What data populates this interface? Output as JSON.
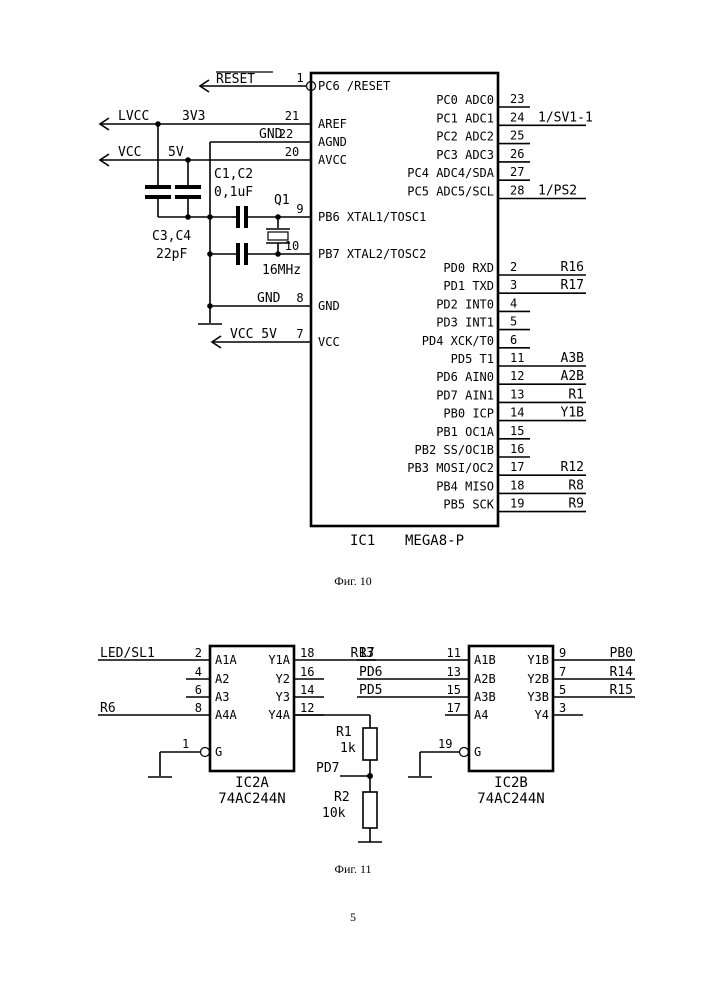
{
  "figure10": {
    "caption": "Фиг. 10",
    "ic_label": "IC1",
    "ic_part": "MEGA8-P",
    "left_pins": [
      {
        "num": "1",
        "name": "PC6 /RESET",
        "net": "RESET"
      },
      {
        "num": "21",
        "name": "AREF",
        "net": "LVCC"
      },
      {
        "num": "22",
        "name": "AGND",
        "net": "GND"
      },
      {
        "num": "20",
        "name": "AVCC",
        "net": "VCC"
      },
      {
        "num": "9",
        "name": "PB6 XTAL1/TOSC1",
        "net": ""
      },
      {
        "num": "10",
        "name": "PB7 XTAL2/TOSC2",
        "net": ""
      },
      {
        "num": "8",
        "name": "GND",
        "net": "GND"
      },
      {
        "num": "7",
        "name": "VCC",
        "net": "VCC 5V"
      }
    ],
    "right_pins": [
      {
        "num": "23",
        "name": "PC0 ADC0",
        "net": ""
      },
      {
        "num": "24",
        "name": "PC1 ADC1",
        "net": "1/SV1-1"
      },
      {
        "num": "25",
        "name": "PC2 ADC2",
        "net": ""
      },
      {
        "num": "26",
        "name": "PC3 ADC3",
        "net": ""
      },
      {
        "num": "27",
        "name": "PC4 ADC4/SDA",
        "net": ""
      },
      {
        "num": "28",
        "name": "PC5 ADC5/SCL",
        "net": "1/PS2"
      },
      {
        "num": "2",
        "name": "PD0 RXD",
        "net": "R16"
      },
      {
        "num": "3",
        "name": "PD1 TXD",
        "net": "R17"
      },
      {
        "num": "4",
        "name": "PD2 INT0",
        "net": ""
      },
      {
        "num": "5",
        "name": "PD3 INT1",
        "net": ""
      },
      {
        "num": "6",
        "name": "PD4 XCK/T0",
        "net": ""
      },
      {
        "num": "11",
        "name": "PD5 T1",
        "net": "A3B"
      },
      {
        "num": "12",
        "name": "PD6 AIN0",
        "net": "A2B"
      },
      {
        "num": "13",
        "name": "PD7 AIN1",
        "net": "R1"
      },
      {
        "num": "14",
        "name": "PB0 ICP",
        "net": "Y1B"
      },
      {
        "num": "15",
        "name": "PB1 OC1A",
        "net": ""
      },
      {
        "num": "16",
        "name": "PB2 SS/OC1B",
        "net": ""
      },
      {
        "num": "17",
        "name": "PB3 MOSI/OC2",
        "net": "R12"
      },
      {
        "num": "18",
        "name": "PB4 MISO",
        "net": "R8"
      },
      {
        "num": "19",
        "name": "PB5 SCK",
        "net": "R9"
      }
    ],
    "nets": {
      "reset": "RESET",
      "lvcc": "LVCC",
      "lvcc_val": "3V3",
      "vcc": "VCC",
      "vcc_val": "5V",
      "gnd": "GND",
      "vcc5": "VCC 5V"
    },
    "components": {
      "c12_label": "C1,C2",
      "c12_value": "0,1uF",
      "c34_label": "C3,C4",
      "c34_value": "22pF",
      "q1_label": "Q1",
      "q1_value": "16MHz"
    }
  },
  "figure11": {
    "caption": "Фиг. 11",
    "ic2a": {
      "label": "IC2A",
      "part": "74AC244N",
      "pins_left": [
        {
          "num": "2",
          "name": "A1A",
          "net": "LED/SL1"
        },
        {
          "num": "4",
          "name": "A2",
          "net": ""
        },
        {
          "num": "6",
          "name": "A3",
          "net": ""
        },
        {
          "num": "8",
          "name": "A4A",
          "net": "R6"
        },
        {
          "num": "1",
          "name": "G",
          "net": ""
        }
      ],
      "pins_right": [
        {
          "num": "18",
          "name": "Y1A",
          "net": "R13"
        },
        {
          "num": "16",
          "name": "Y2",
          "net": ""
        },
        {
          "num": "14",
          "name": "Y3",
          "net": ""
        },
        {
          "num": "12",
          "name": "Y4A",
          "net": ""
        }
      ]
    },
    "ic2b": {
      "label": "IC2B",
      "part": "74AC244N",
      "pins_left": [
        {
          "num": "11",
          "name": "A1B",
          "net": "R7"
        },
        {
          "num": "13",
          "name": "A2B",
          "net": "PD6"
        },
        {
          "num": "15",
          "name": "A3B",
          "net": "PD5"
        },
        {
          "num": "17",
          "name": "A4",
          "net": ""
        },
        {
          "num": "19",
          "name": "G",
          "net": ""
        }
      ],
      "pins_right": [
        {
          "num": "9",
          "name": "Y1B",
          "net": "PB0"
        },
        {
          "num": "7",
          "name": "Y2B",
          "net": "R14"
        },
        {
          "num": "5",
          "name": "Y3B",
          "net": "R15"
        },
        {
          "num": "3",
          "name": "Y4",
          "net": ""
        }
      ]
    },
    "resistors": {
      "r1_label": "R1",
      "r1_value": "1k",
      "r2_label": "R2",
      "r2_value": "10k",
      "node": "PD7"
    }
  },
  "page_number": "5"
}
